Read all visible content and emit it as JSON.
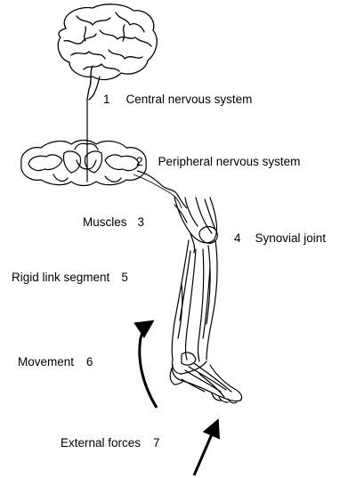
{
  "diagram": {
    "labels": [
      {
        "id": "central-nervous-system",
        "number": "1",
        "text": "Central nervous system"
      },
      {
        "id": "peripheral-nervous-system",
        "number": "2",
        "text": "Peripheral nervous system"
      },
      {
        "id": "muscles",
        "number": "3",
        "text": "Muscles"
      },
      {
        "id": "synovial-joint",
        "number": "4",
        "text": "Synovial joint"
      },
      {
        "id": "rigid-link-segment",
        "number": "5",
        "text": "Rigid link segment"
      },
      {
        "id": "movement",
        "number": "6",
        "text": "Movement"
      },
      {
        "id": "external-forces",
        "number": "7",
        "text": "External forces"
      }
    ],
    "illustrations": [
      "brain-icon",
      "spinal-cord-cross-section-icon",
      "leg-anatomy-icon",
      "movement-arrow-icon",
      "force-arrow-icon"
    ]
  }
}
